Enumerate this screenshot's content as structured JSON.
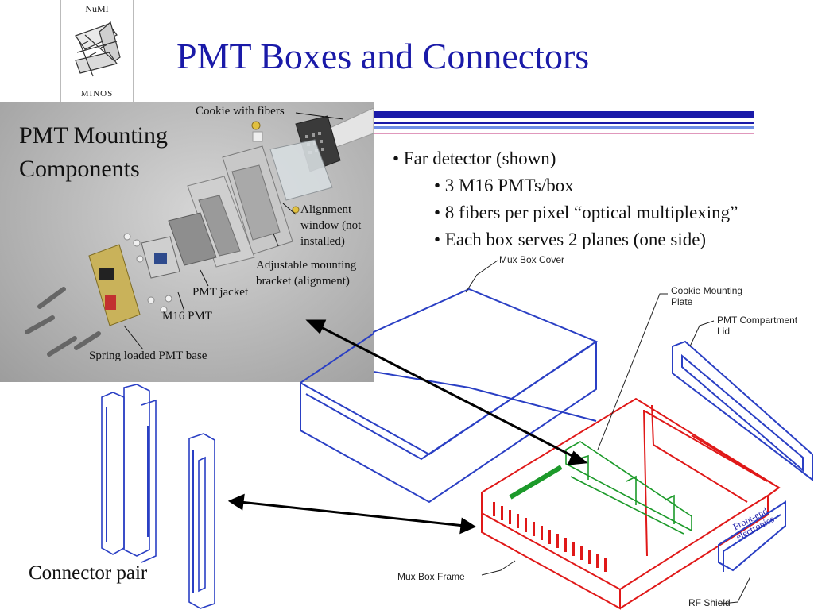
{
  "header": {
    "logo_top": "NuMI",
    "logo_bottom": "MINOS",
    "title": "PMT Boxes and Connectors"
  },
  "photo": {
    "title_line1": "PMT Mounting",
    "title_line2": "Components",
    "labels": {
      "cookie": "Cookie with fibers",
      "alignment_1": "Alignment",
      "alignment_2": "window (not",
      "alignment_3": "installed)",
      "bracket_1": "Adjustable mounting",
      "bracket_2": "bracket (alignment)",
      "jacket": "PMT jacket",
      "m16": "M16 PMT",
      "base": "Spring loaded PMT base"
    }
  },
  "bullets": {
    "main": "• Far detector (shown)",
    "sub": [
      "• 3 M16 PMTs/box",
      "• 8 fibers per pixel “optical multiplexing”",
      "• Each box serves 2 planes (one side)"
    ]
  },
  "drawing": {
    "labels": {
      "mux_cover": "Mux  Box  Cover",
      "cookie_plate_1": "Cookie  Mounting",
      "cookie_plate_2": "Plate",
      "pmt_lid_1": "PMT  Compartment",
      "pmt_lid_2": "Lid",
      "mux_frame": "Mux  Box  Frame",
      "rf_shield": "RF  Shield",
      "front_end_1": "Front-end",
      "front_end_2": "electronics"
    },
    "connector_label": "Connector pair"
  },
  "colors": {
    "title": "#1a1aa8",
    "rule_dark": "#1a1aa8",
    "rule_light": "#6f8fe6",
    "rule_pink": "#c0307a",
    "cover": "#2a3fc4",
    "frame": "#e01818",
    "plate": "#1c9a2a"
  }
}
